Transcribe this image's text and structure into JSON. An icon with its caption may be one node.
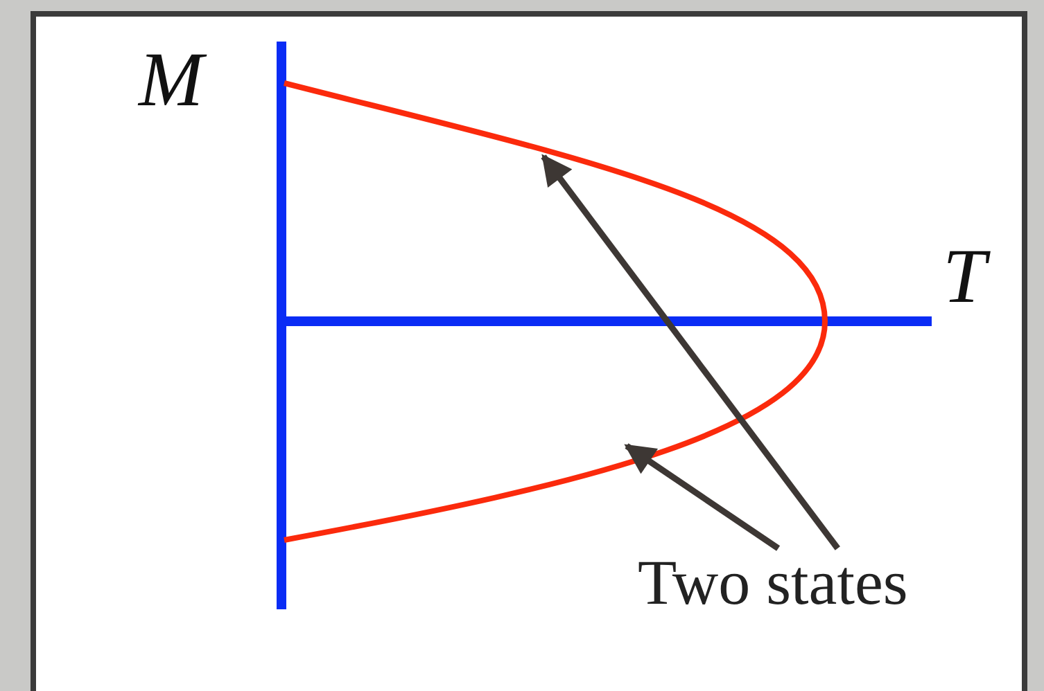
{
  "diagram": {
    "nodes": [
      {
        "text": [
          "Two states"
        ]
      },
      {
        "text": [],
        "shape": "curve"
      }
    ],
    "edges": [
      {
        "from": 0,
        "to": 1,
        "arrow": "to"
      },
      {
        "from": 0,
        "to": 1,
        "arrow": "to"
      }
    ],
    "labels": [
      "M",
      "T"
    ]
  }
}
